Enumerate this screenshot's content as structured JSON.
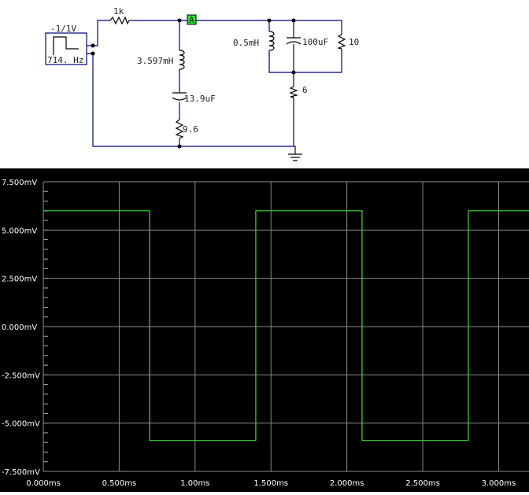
{
  "circuit": {
    "source_label": "-1/1V",
    "source_freq": "714. Hz",
    "r_series": "1k",
    "l_branch": "3.597mH",
    "c_branch": "13.9uF",
    "r_branch": "9.6",
    "probe": "A",
    "l_tank": "0.5mH",
    "c_tank": "100uF",
    "r_tank": "10",
    "r_ground": "6"
  },
  "chart_data": {
    "type": "line",
    "title": "",
    "xlabel": "",
    "ylabel": "",
    "xlim": [
      0,
      3.2
    ],
    "ylim": [
      -7.5,
      7.5
    ],
    "x_ticks": [
      "0.000ms",
      "0.500ms",
      "1.00ms",
      "1.500ms",
      "2.000ms",
      "2.500ms",
      "3.000ms"
    ],
    "y_ticks": [
      "7.500mV",
      "5.000mV",
      "2.500mV",
      "0.000mV",
      "-2.500mV",
      "-5.000mV",
      "-7.500mV"
    ],
    "series": [
      {
        "color": "#33dd33",
        "x": [
          0.0,
          0.7,
          0.7,
          1.4,
          1.4,
          2.1,
          2.1,
          2.8,
          2.8,
          3.2
        ],
        "y": [
          6.0,
          6.0,
          -5.9,
          -5.9,
          6.0,
          6.0,
          -5.9,
          -5.9,
          6.0,
          6.0
        ]
      }
    ],
    "grid": true
  }
}
